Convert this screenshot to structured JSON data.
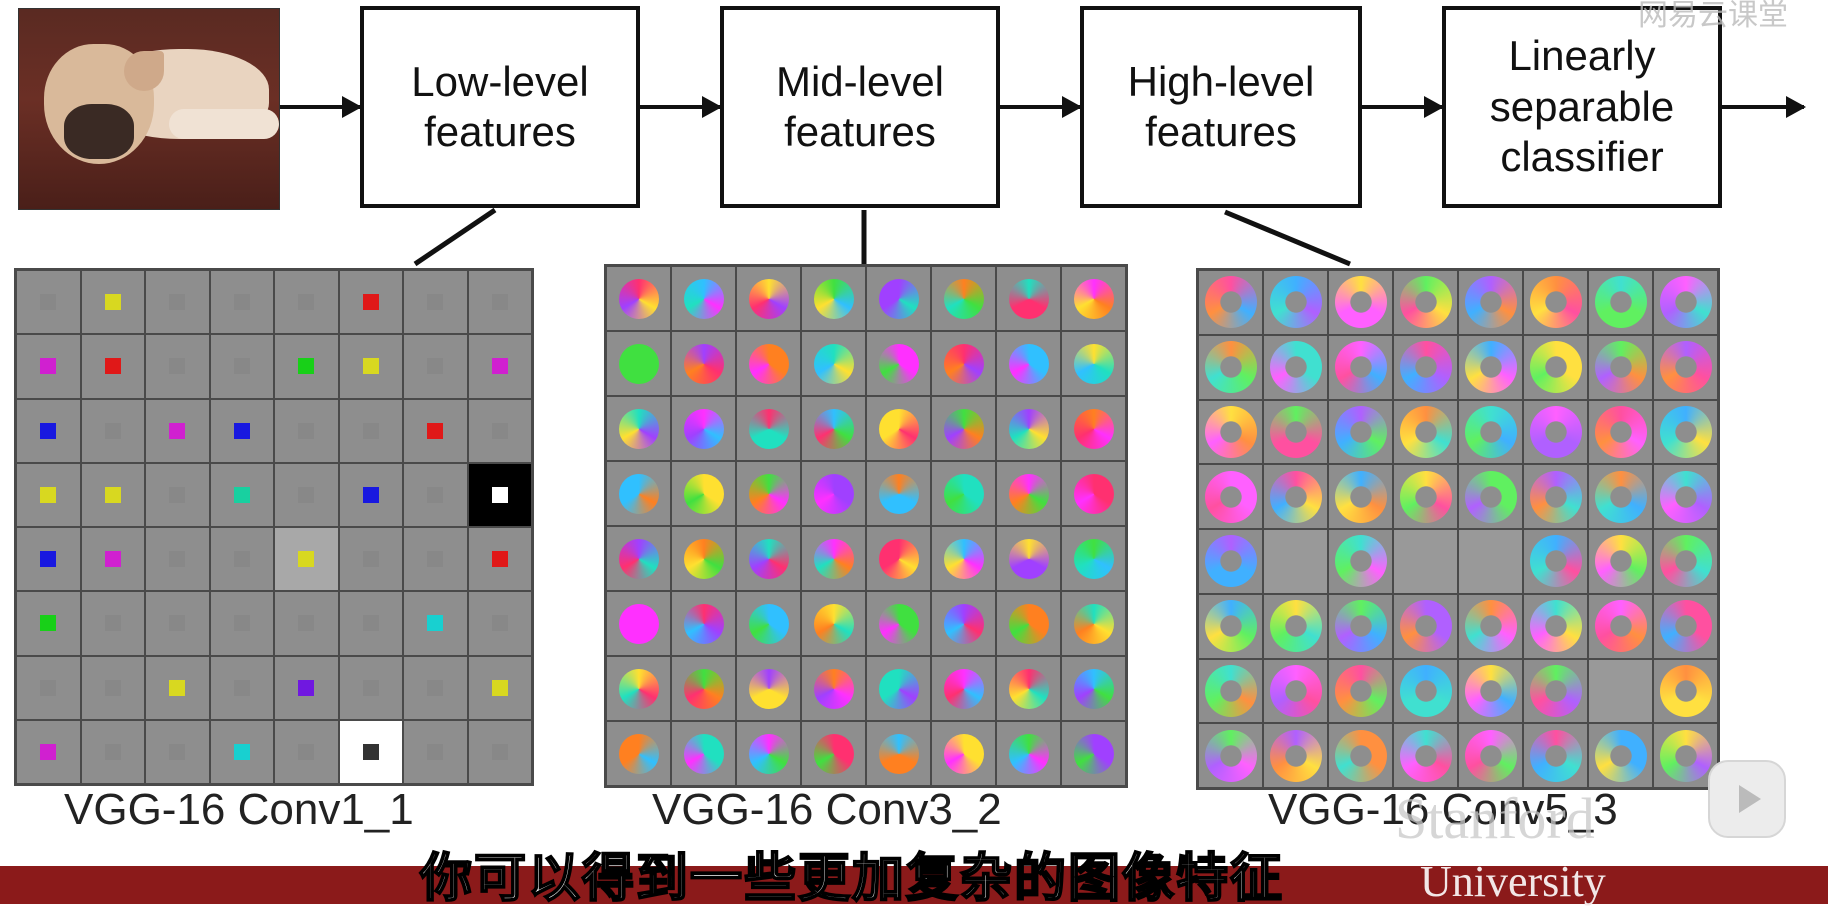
{
  "boxes": [
    {
      "label": "Low-level\nfeatures"
    },
    {
      "label": "Mid-level\nfeatures"
    },
    {
      "label": "High-level\nfeatures"
    },
    {
      "label": "Linearly\nseparable\nclassifier"
    }
  ],
  "captions": [
    "VGG-16 Conv1_1",
    "VGG-16 Conv3_2",
    "VGG-16 Conv5_3"
  ],
  "subtitle": "你可以得到一些更加复杂的图像特征",
  "watermark_stanford": "Stanford",
  "bar_text": "University",
  "watermark_top": "网易云课堂",
  "icons": {
    "play": "play-icon"
  },
  "conv1_colors": [
    [
      "#888",
      "#d8d820",
      "#888",
      "#888",
      "#888",
      "#e01818",
      "#888",
      "#888"
    ],
    [
      "#d020d0",
      "#e01818",
      "#888",
      "#888",
      "#18d018",
      "#d8d820",
      "#888",
      "#d020d0"
    ],
    [
      "#1818e0",
      "#888",
      "#d020d0",
      "#1818e0",
      "#888",
      "#888",
      "#e01818",
      "#888"
    ],
    [
      "#d8d820",
      "#d8d820",
      "#888",
      "#18d0a0",
      "#888",
      "#1818e0",
      "#888",
      "#ffffff"
    ],
    [
      "#1818e0",
      "#d020d0",
      "#888",
      "#888",
      "#d8d820",
      "#888",
      "#888",
      "#e01818"
    ],
    [
      "#18d018",
      "#888",
      "#888",
      "#888",
      "#888",
      "#888",
      "#18d0d0",
      "#888"
    ],
    [
      "#888",
      "#888",
      "#d8d820",
      "#888",
      "#7018e0",
      "#888",
      "#888",
      "#d8d820"
    ],
    [
      "#d020d0",
      "#888",
      "#888",
      "#18d0d0",
      "#888",
      "#333",
      "#888",
      "#888"
    ]
  ],
  "conv1_bg": {
    "3-7": "#000000",
    "7-5": "#ffffff",
    "4-4": "#a8a8a8"
  },
  "conv3_colors": [
    "#ff3070",
    "#30c0ff",
    "#ffe030",
    "#40e040",
    "#a040ff",
    "#ff8020",
    "#20e0c0",
    "#ff30ff"
  ],
  "conv5_colors": [
    "#ff50a0",
    "#40b0ff",
    "#ffe040",
    "#60f060",
    "#b060ff",
    "#ff9040",
    "#40e0d0",
    "#ff60ff"
  ],
  "conv5_blank": [
    "4-1",
    "4-3",
    "4-4",
    "6-6"
  ]
}
